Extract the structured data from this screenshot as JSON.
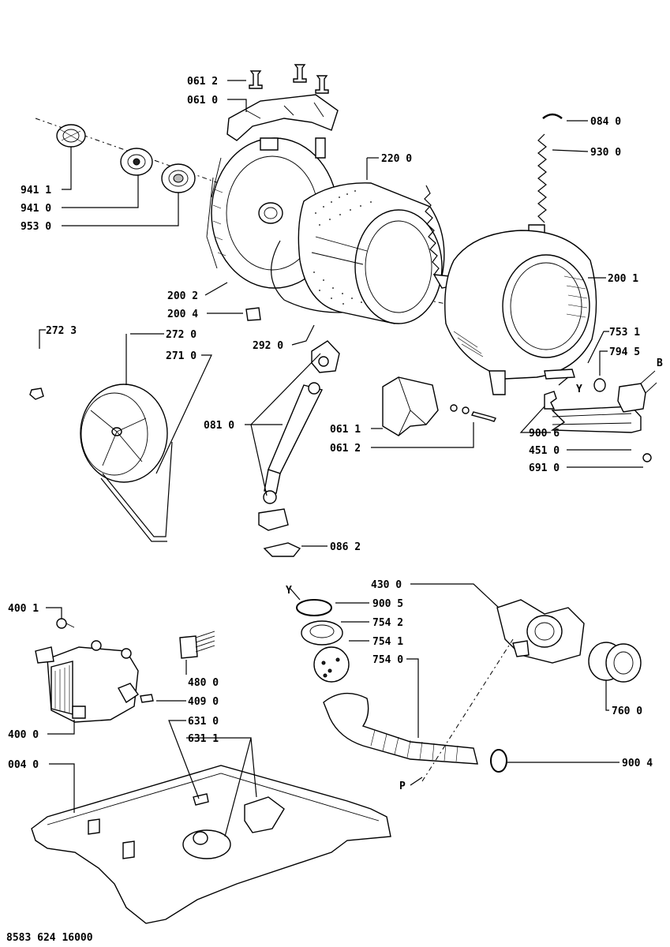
{
  "footer_code": "8583 624 16000",
  "labels": [
    {
      "id": "0612a",
      "text": "061 2"
    },
    {
      "id": "0610",
      "text": "061 0"
    },
    {
      "id": "0840",
      "text": "084 0"
    },
    {
      "id": "2200",
      "text": "220 0"
    },
    {
      "id": "9300",
      "text": "930 0"
    },
    {
      "id": "9411",
      "text": "941 1"
    },
    {
      "id": "9410",
      "text": "941 0"
    },
    {
      "id": "9530",
      "text": "953 0"
    },
    {
      "id": "2002",
      "text": "200 2"
    },
    {
      "id": "2001",
      "text": "200 1"
    },
    {
      "id": "2004",
      "text": "200 4"
    },
    {
      "id": "2723",
      "text": "272 3"
    },
    {
      "id": "2720",
      "text": "272 0"
    },
    {
      "id": "2710",
      "text": "271 0"
    },
    {
      "id": "2920",
      "text": "292 0"
    },
    {
      "id": "7531",
      "text": "753 1"
    },
    {
      "id": "7945",
      "text": "794 5"
    },
    {
      "id": "B",
      "text": "B"
    },
    {
      "id": "Y1",
      "text": "Y"
    },
    {
      "id": "0810",
      "text": "081 0"
    },
    {
      "id": "0611",
      "text": "061 1"
    },
    {
      "id": "0612b",
      "text": "061 2"
    },
    {
      "id": "9006",
      "text": "900 6"
    },
    {
      "id": "4510",
      "text": "451 0"
    },
    {
      "id": "6910",
      "text": "691 0"
    },
    {
      "id": "0862",
      "text": "086 2"
    },
    {
      "id": "Y2",
      "text": "Y"
    },
    {
      "id": "4300",
      "text": "430 0"
    },
    {
      "id": "9005",
      "text": "900 5"
    },
    {
      "id": "7542",
      "text": "754 2"
    },
    {
      "id": "7541",
      "text": "754 1"
    },
    {
      "id": "7540",
      "text": "754 0"
    },
    {
      "id": "4001",
      "text": "400 1"
    },
    {
      "id": "4800",
      "text": "480 0"
    },
    {
      "id": "4090",
      "text": "409 0"
    },
    {
      "id": "4000",
      "text": "400 0"
    },
    {
      "id": "6310",
      "text": "631 0"
    },
    {
      "id": "6311",
      "text": "631 1"
    },
    {
      "id": "7600",
      "text": "760 0"
    },
    {
      "id": "0040",
      "text": "004 0"
    },
    {
      "id": "9004",
      "text": "900 4"
    },
    {
      "id": "P",
      "text": "P"
    }
  ]
}
